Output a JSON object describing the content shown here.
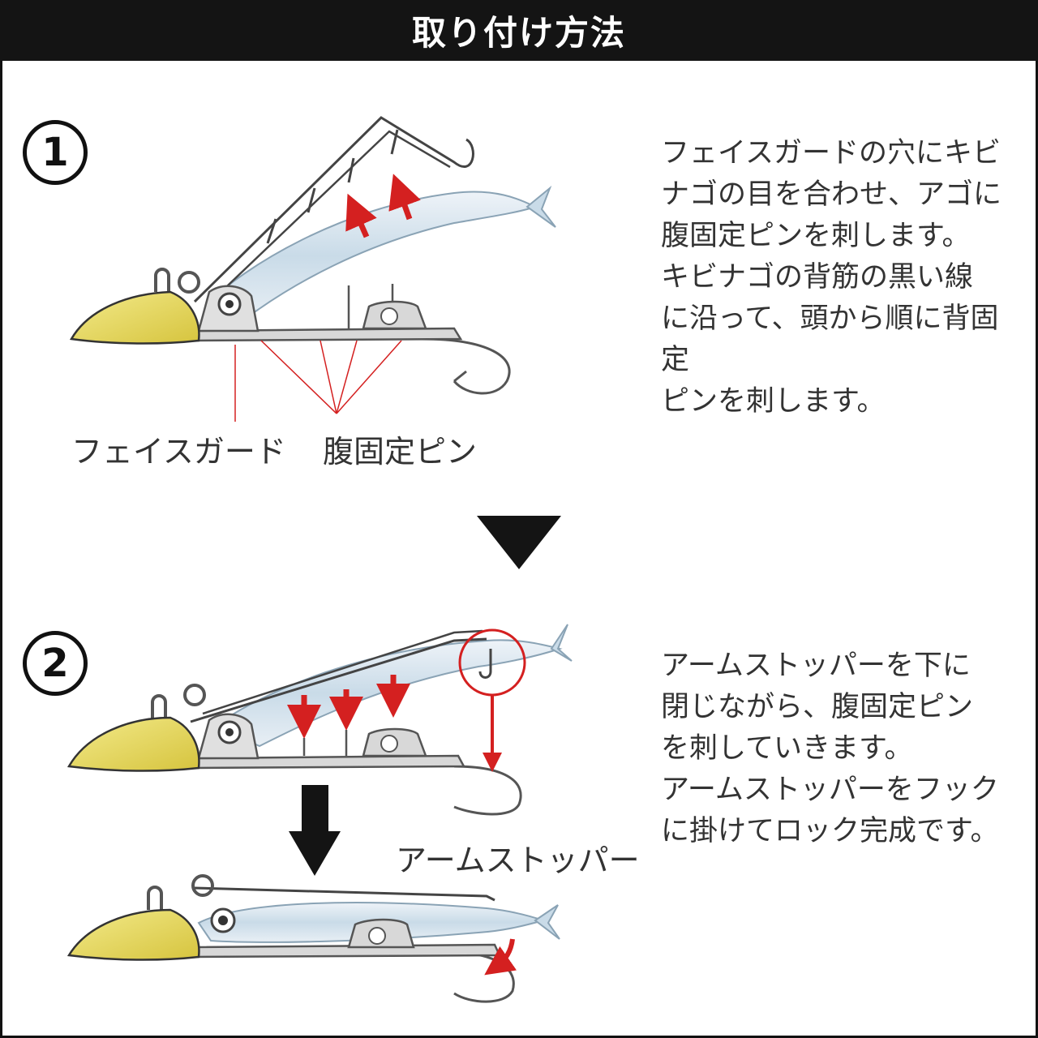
{
  "header": {
    "title": "取り付け方法"
  },
  "step1": {
    "number": "1",
    "description": "フェイスガードの穴にキビ\nナゴの目を合わせ、アゴに\n腹固定ピンを刺します。\nキビナゴの背筋の黒い線\nに沿って、頭から順に背固定\nピンを刺します。",
    "label_face_guard": "フェイスガード",
    "label_belly_pin": "腹固定ピン"
  },
  "step2": {
    "number": "2",
    "description": "アームストッパーを下に\n閉じながら、腹固定ピン\nを刺していきます。\nアームストッパーをフック\nに掛けてロック完成です。",
    "label_arm_stopper": "アームストッパー"
  },
  "colors": {
    "header_bg": "#141414",
    "arrow_red": "#d42020",
    "head_yellow": "#e8d85a",
    "fish_blue": "#dce8f0"
  }
}
